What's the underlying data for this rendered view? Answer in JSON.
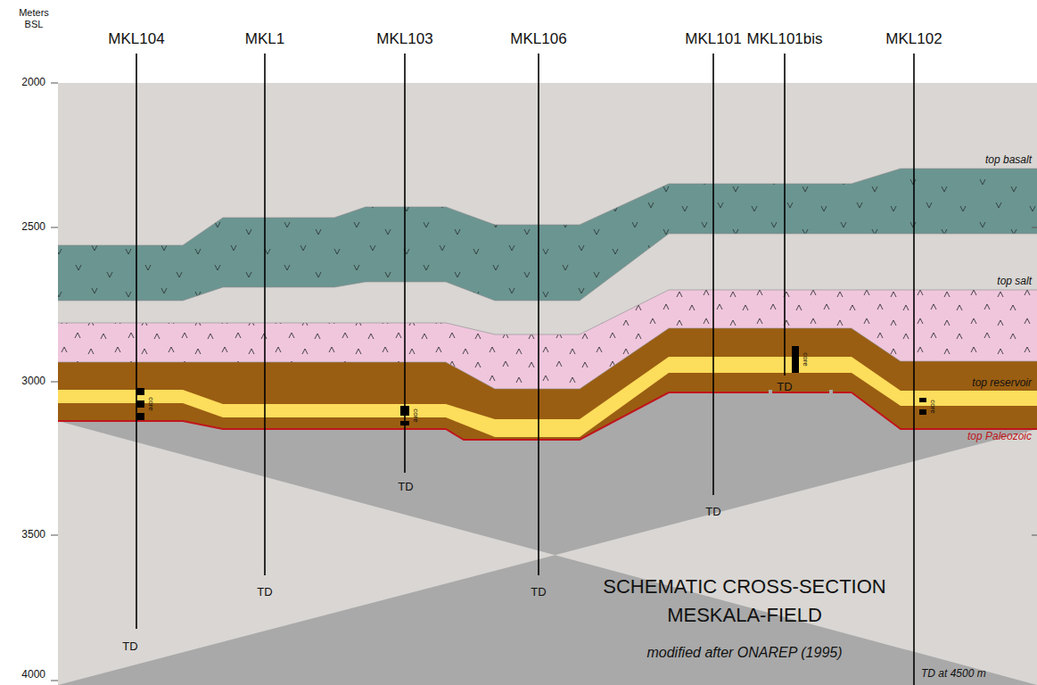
{
  "diagram": {
    "title": "SCHEMATIC CROSS-SECTION MESKALA-FIELD",
    "caption": "modified after ONAREP (1995)",
    "labels": [
      "Meters BSL",
      "2000",
      "2500",
      "3000",
      "3500",
      "4000",
      "MKL104",
      "MKL1",
      "MKL103",
      "MKL106",
      "MKL101",
      "MKL101bis",
      "MKL102",
      "top basalt",
      "top salt",
      "top reservoir",
      "top Paleozoic",
      "core",
      "core",
      "core",
      "core",
      "TD",
      "TD",
      "TD",
      "TD",
      "TD",
      "TD",
      "TD at 4500 m"
    ]
  }
}
